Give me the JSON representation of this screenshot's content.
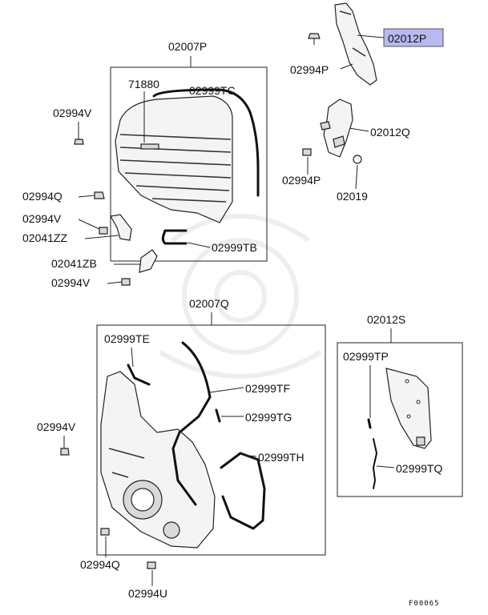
{
  "diagram_code": "F00065",
  "labels": {
    "p02012P": "02012P",
    "p02994P_top": "02994P",
    "p02007P": "02007P",
    "p71880": "71880",
    "p02999TC": "02999TC",
    "p02994V_a": "02994V",
    "p02012Q": "02012Q",
    "p02994P_mid": "02994P",
    "p02019": "02019",
    "p02994Q_a": "02994Q",
    "p02994V_b": "02994V",
    "p02041ZZ": "02041ZZ",
    "p02999TB": "02999TB",
    "p02041ZB": "02041ZB",
    "p02994V_c": "02994V",
    "p02007Q": "02007Q",
    "p02012S": "02012S",
    "p02999TE": "02999TE",
    "p02999TP": "02999TP",
    "p02999TF": "02999TF",
    "p02999TG": "02999TG",
    "p02994V_d": "02994V",
    "p02999TH": "02999TH",
    "p02999TQ": "02999TQ",
    "p02994Q_b": "02994Q",
    "p02994U": "02994U"
  },
  "highlight_color": "#b7b9ef",
  "highlighted_part": "02012P"
}
